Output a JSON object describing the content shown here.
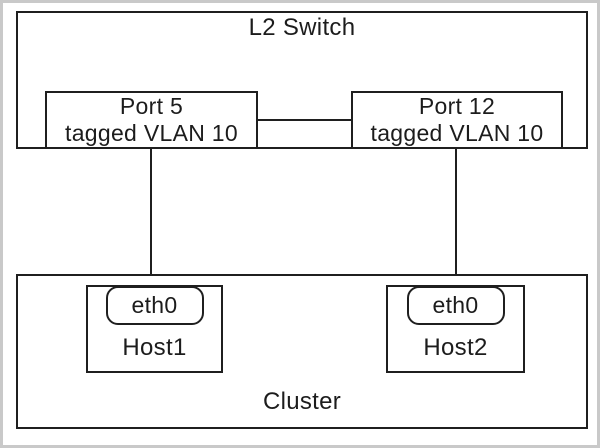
{
  "diagram": {
    "switch": {
      "title": "L2 Switch",
      "ports": [
        {
          "name": "Port 5",
          "vlan": "tagged VLAN 10"
        },
        {
          "name": "Port 12",
          "vlan": "tagged VLAN 10"
        }
      ]
    },
    "cluster": {
      "title": "Cluster",
      "hosts": [
        {
          "name": "Host1",
          "interface": "eth0"
        },
        {
          "name": "Host2",
          "interface": "eth0"
        }
      ]
    },
    "links": [
      {
        "from": "Port 5 tagged VLAN 10",
        "to": "Host1 eth0"
      },
      {
        "from": "Port 12 tagged VLAN 10",
        "to": "Host2 eth0"
      },
      {
        "from": "Port 5 tagged VLAN 10",
        "to": "Port 12 tagged VLAN 10"
      }
    ],
    "colors": {
      "line": "#1f1f1f",
      "frame": "#c9c9c9",
      "background": "#ffffff",
      "text": "#1c1c1c"
    }
  }
}
